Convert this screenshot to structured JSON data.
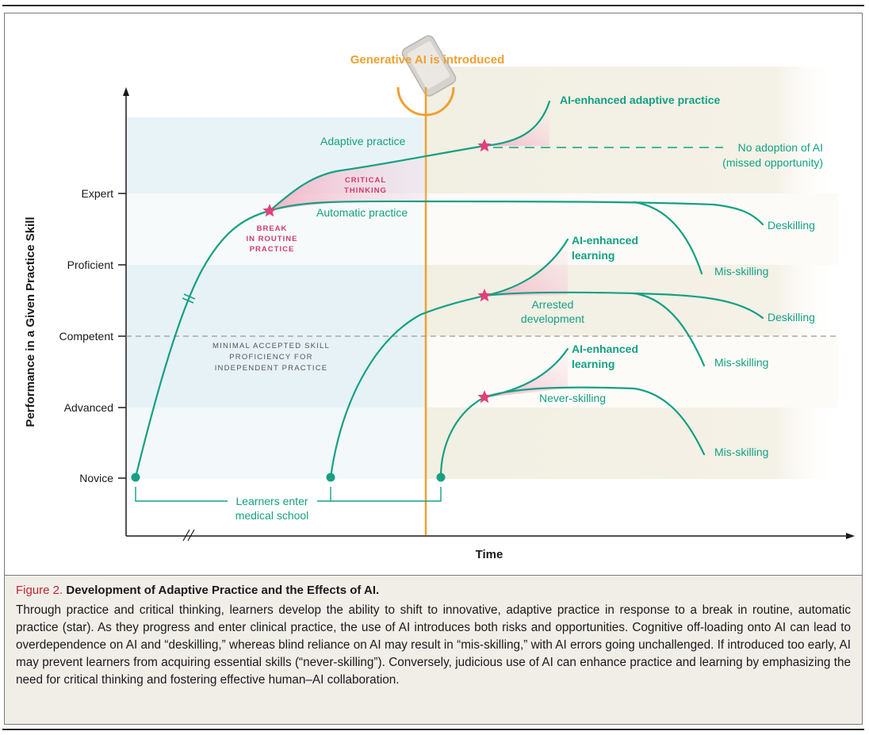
{
  "figure": {
    "y_axis_label": "Performance in a Given Practice Skill",
    "x_axis_label": "Time",
    "levels": [
      "Expert",
      "Proficient",
      "Competent",
      "Advanced",
      "Novice"
    ],
    "ai_intro_label": "Generative AI is introduced",
    "threshold_label": [
      "MINIMAL ACCEPTED SKILL",
      "PROFICIENCY FOR",
      "INDEPENDENT PRACTICE"
    ],
    "labels": {
      "adaptive_practice": "Adaptive practice",
      "critical_thinking": [
        "CRITICAL",
        "THINKING"
      ],
      "break_routine": [
        "BREAK",
        "IN ROUTINE",
        "PRACTICE"
      ],
      "automatic_practice": "Automatic practice",
      "ai_enhanced_adaptive": "AI-enhanced adaptive practice",
      "no_adoption": [
        "No adoption of AI",
        "(missed opportunity)"
      ],
      "deskilling_1": "Deskilling",
      "mis_skilling_1": "Mis-skilling",
      "ai_enhanced_learning_1": [
        "AI-enhanced",
        "learning"
      ],
      "arrested_development": [
        "Arrested",
        "development"
      ],
      "deskilling_2": "Deskilling",
      "mis_skilling_2": "Mis-skilling",
      "ai_enhanced_learning_2": [
        "AI-enhanced",
        "learning"
      ],
      "never_skilling": "Never-skilling",
      "mis_skilling_3": "Mis-skilling",
      "learners_enter": [
        "Learners enter",
        "medical school"
      ]
    },
    "colors": {
      "teal": "#15a083",
      "orange": "#f0a030",
      "pink": "#e0407a",
      "pink_fill": "#f6c6d2"
    }
  },
  "caption": {
    "number": "Figure 2.",
    "title": "Development of Adaptive Practice and the Effects of AI.",
    "body": "Through practice and critical thinking, learners develop the ability to shift to innovative, adaptive practice in response to a break in routine, automatic practice (star). As they progress and enter clinical practice, the use of AI introduces both risks and opportunities. Cognitive off-loading onto AI can lead to overdependence on AI and “deskilling,” whereas blind reliance on AI may result in “mis-skilling,” with AI errors going unchallenged. If introduced too early, AI may prevent learners from acquiring essential skills (“never-skilling”). Conversely, judicious use of AI can enhance practice and learning by emphasizing the need for critical thinking and fostering effective human–AI collaboration."
  }
}
